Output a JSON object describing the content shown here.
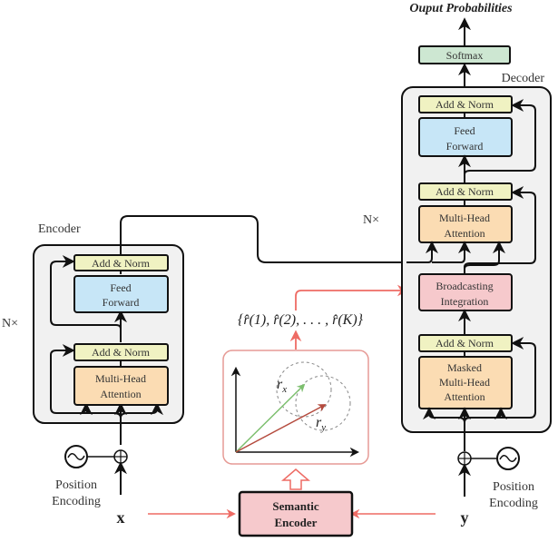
{
  "title": "Ouput Probabilities",
  "encoder": {
    "label": "Encoder",
    "repeat": "N×",
    "blocks": {
      "add_norm_top": "Add & Norm",
      "feed_forward": [
        "Feed",
        "Forward"
      ],
      "add_norm_bottom": "Add & Norm",
      "attention": [
        "Multi-Head",
        "Attention"
      ]
    },
    "position_encoding": [
      "Position",
      "Encoding"
    ],
    "input": "x"
  },
  "decoder": {
    "label": "Decoder",
    "repeat": "N×",
    "softmax": "Softmax",
    "blocks": {
      "add_norm_top": "Add & Norm",
      "feed_forward": [
        "Feed",
        "Forward"
      ],
      "add_norm_mid": "Add & Norm",
      "attention": [
        "Multi-Head",
        "Attention"
      ],
      "broadcasting": [
        "Broadcasting",
        "Integration"
      ],
      "add_norm_bottom": "Add & Norm",
      "masked_attention": [
        "Masked",
        "Multi-Head",
        "Attention"
      ]
    },
    "position_encoding": [
      "Position",
      "Encoding"
    ],
    "input": "y"
  },
  "semantic": {
    "encoder": [
      "Semantic",
      "Encoder"
    ],
    "set_label": "{r̂(1), r̂(2), . . . , r̂(K)}",
    "vector_x": "r",
    "vector_x_sub": "x",
    "vector_y": "r",
    "vector_y_sub": "y"
  },
  "colors": {
    "add_norm": "#f0f2c2",
    "feed_forward": "#c7e6f7",
    "attention": "#fbdcb3",
    "broadcasting": "#f6c9cc",
    "softmax": "#cde7d2",
    "semantic_encoder": "#f6c9cc",
    "stack_bg": "#f1f1f1",
    "red_arrow": "#ee6b64",
    "green_vector": "#7cbf6e",
    "red_vector": "#b44a3d"
  }
}
